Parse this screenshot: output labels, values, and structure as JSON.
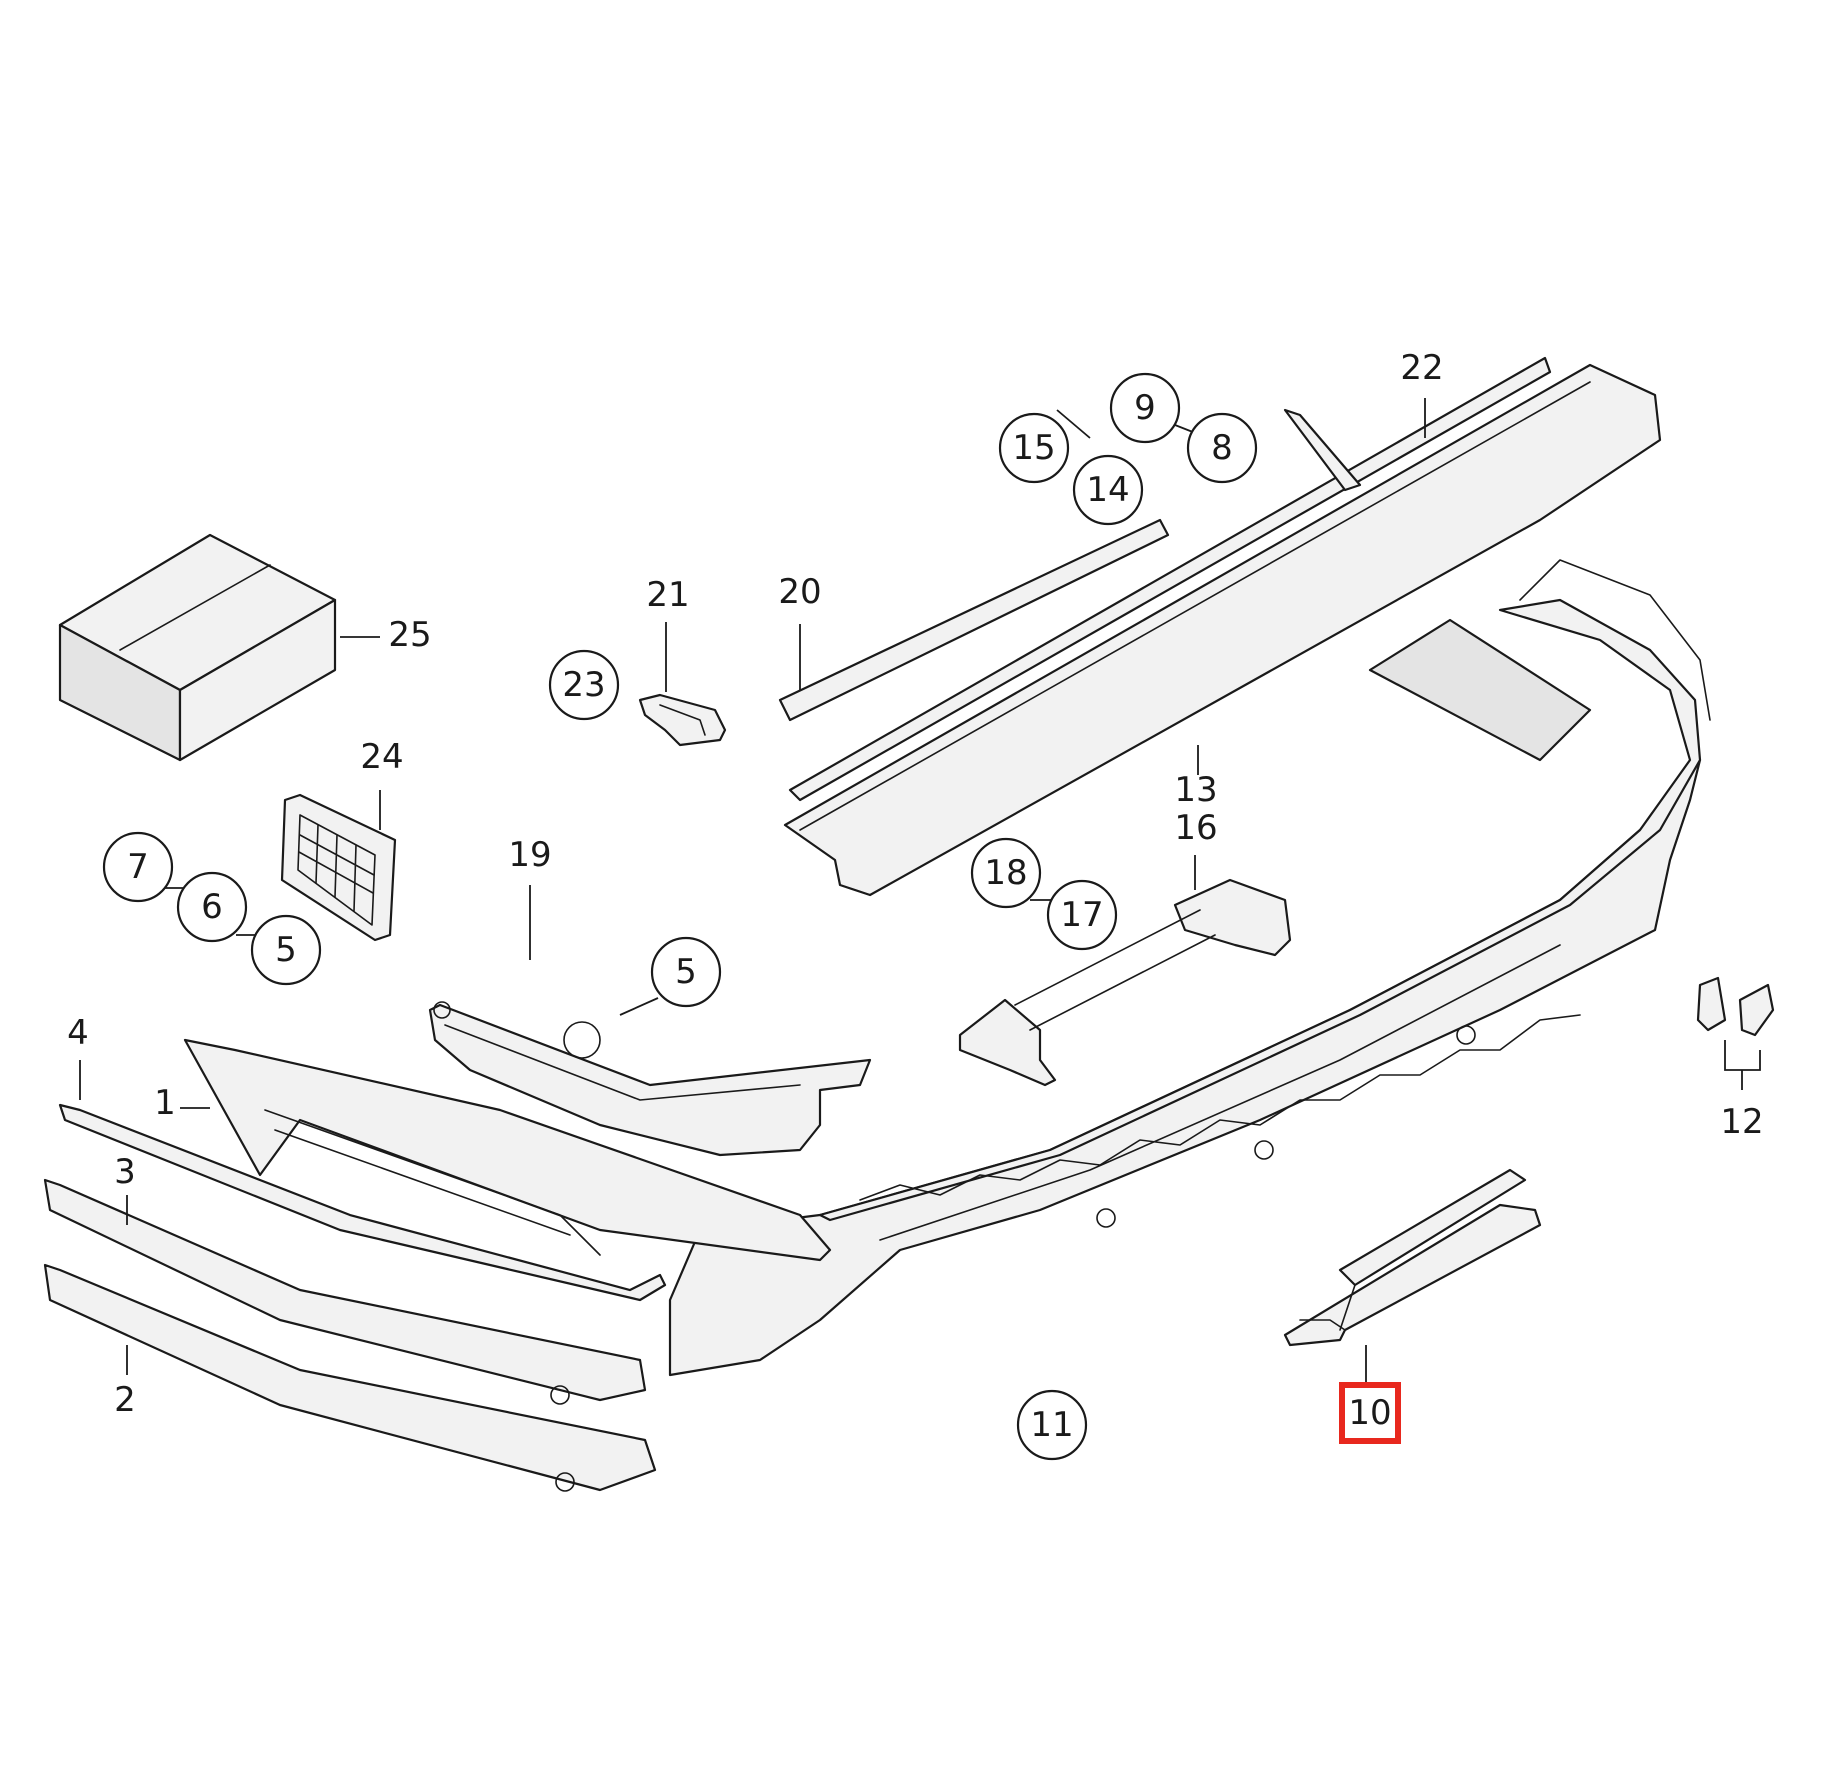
{
  "accent_color": "#e8281e",
  "callouts": [
    {
      "id": "1",
      "label": "1",
      "circled": false
    },
    {
      "id": "2",
      "label": "2",
      "circled": false
    },
    {
      "id": "3",
      "label": "3",
      "circled": false
    },
    {
      "id": "4",
      "label": "4",
      "circled": false
    },
    {
      "id": "5a",
      "label": "5",
      "circled": true
    },
    {
      "id": "5b",
      "label": "5",
      "circled": true
    },
    {
      "id": "6",
      "label": "6",
      "circled": true
    },
    {
      "id": "7",
      "label": "7",
      "circled": true
    },
    {
      "id": "8",
      "label": "8",
      "circled": true
    },
    {
      "id": "9",
      "label": "9",
      "circled": true
    },
    {
      "id": "10",
      "label": "10",
      "circled": false,
      "highlighted": true
    },
    {
      "id": "11",
      "label": "11",
      "circled": true
    },
    {
      "id": "12",
      "label": "12",
      "circled": false
    },
    {
      "id": "13",
      "label": "13",
      "circled": false
    },
    {
      "id": "14",
      "label": "14",
      "circled": true
    },
    {
      "id": "15",
      "label": "15",
      "circled": true
    },
    {
      "id": "16",
      "label": "16",
      "circled": false
    },
    {
      "id": "17",
      "label": "17",
      "circled": true
    },
    {
      "id": "18",
      "label": "18",
      "circled": true
    },
    {
      "id": "19",
      "label": "19",
      "circled": false
    },
    {
      "id": "20",
      "label": "20",
      "circled": false
    },
    {
      "id": "21",
      "label": "21",
      "circled": false
    },
    {
      "id": "22",
      "label": "22",
      "circled": false
    },
    {
      "id": "23",
      "label": "23",
      "circled": false
    },
    {
      "id": "24",
      "label": "24",
      "circled": true
    },
    {
      "id": "25",
      "label": "25",
      "circled": false
    }
  ]
}
